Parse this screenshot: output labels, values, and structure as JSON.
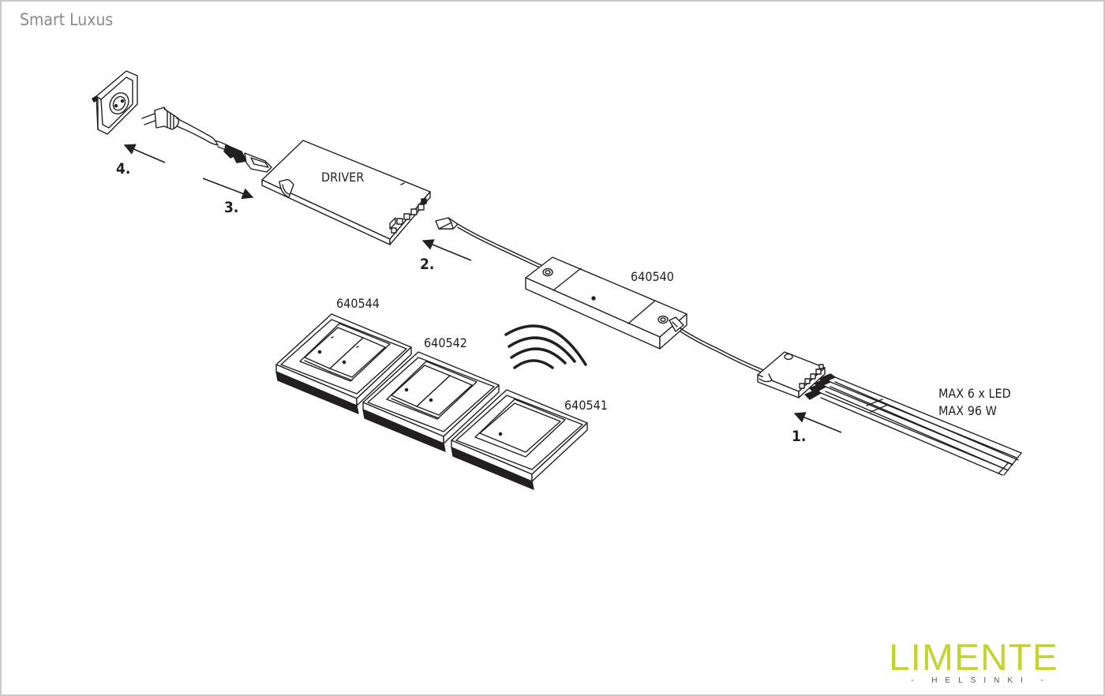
{
  "header": {
    "title": "Smart Luxus"
  },
  "labels": {
    "driver": "DRIVER",
    "code_receiver": "640540",
    "code_switch_double": "640544",
    "code_switch_double2": "640542",
    "code_switch_single": "640541",
    "max_led": "MAX 6 x LED",
    "max_power": "MAX 96 W"
  },
  "steps": {
    "s1": "1.",
    "s2": "2.",
    "s3": "3.",
    "s4": "4."
  },
  "logo": {
    "name": "LIMENTE",
    "tagline": "- HELSINKI -"
  },
  "colors": {
    "line": "#231f20",
    "title_gray": "#8a8a8a",
    "brand_green": "#c3d32f",
    "frame": "#c8c8c8"
  }
}
